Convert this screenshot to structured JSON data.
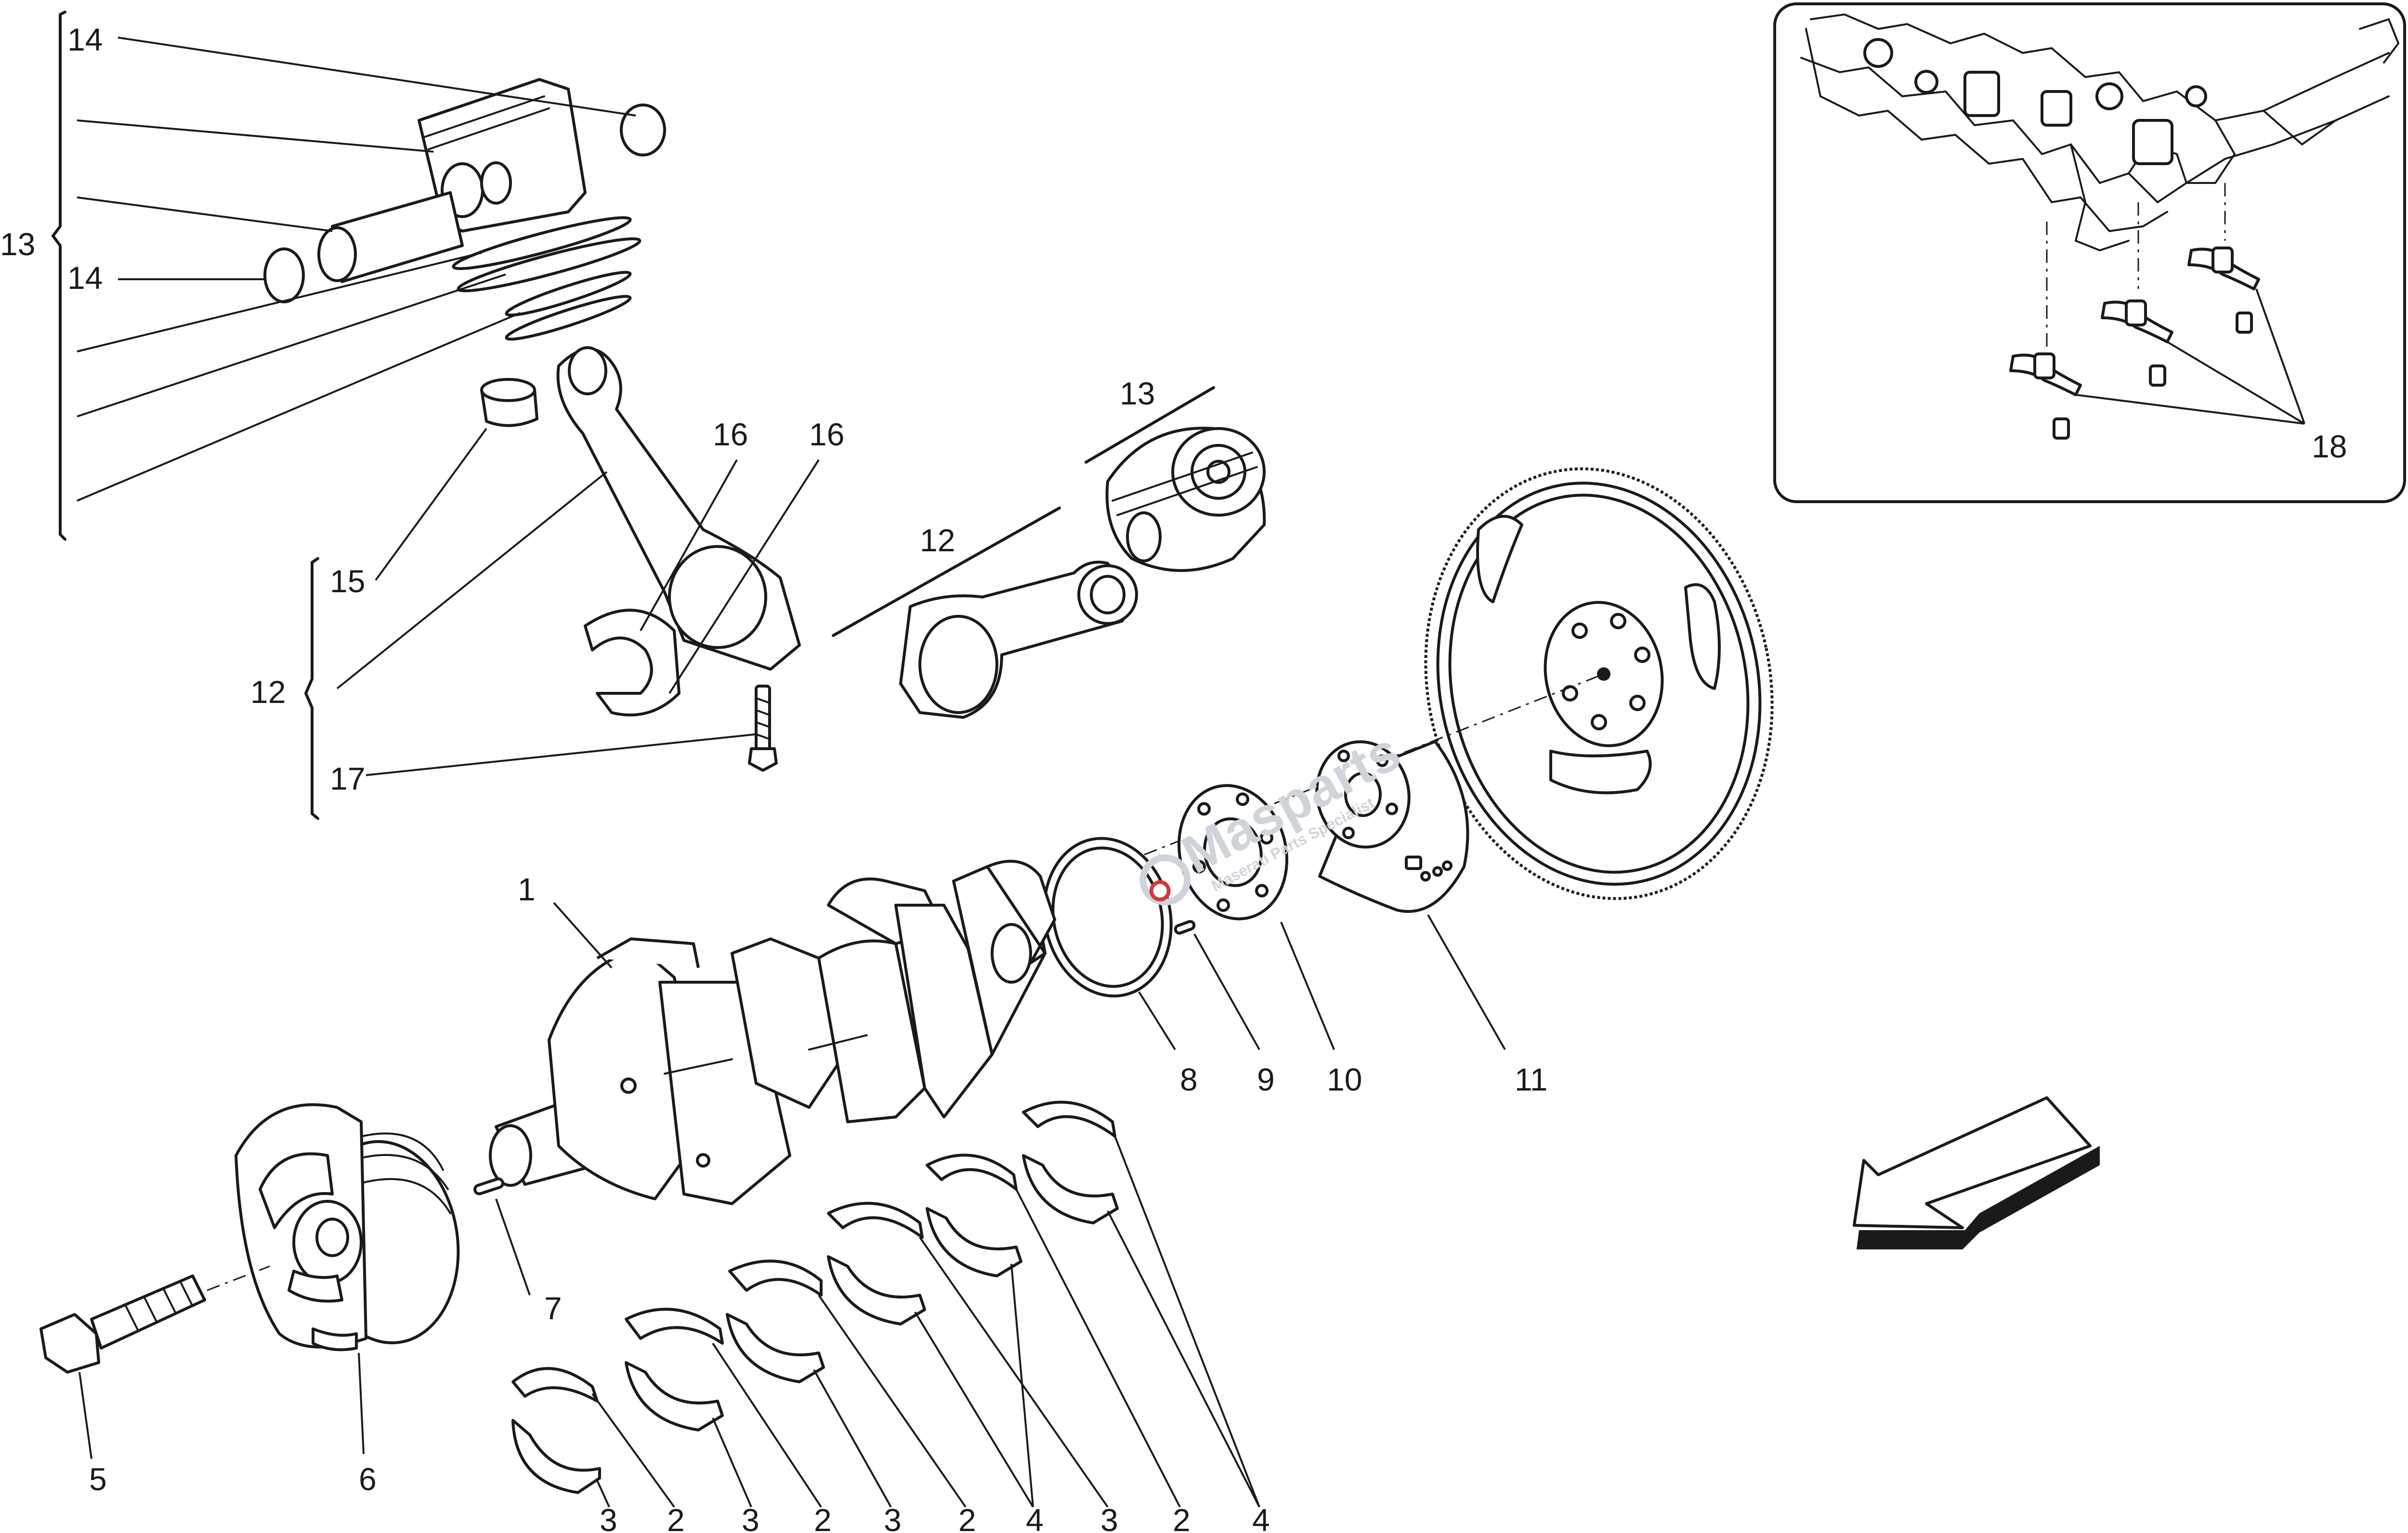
{
  "watermark": {
    "brand": "Masparts",
    "tagline": "Maserati Parts Specialist",
    "accent": "#d43a3a"
  },
  "callouts": [
    {
      "id": "c14a",
      "text": "14"
    },
    {
      "id": "c13a",
      "text": "13"
    },
    {
      "id": "c14b",
      "text": "14"
    },
    {
      "id": "c16a",
      "text": "16"
    },
    {
      "id": "c16b",
      "text": "16"
    },
    {
      "id": "c13b",
      "text": "13"
    },
    {
      "id": "c12a",
      "text": "12"
    },
    {
      "id": "c15",
      "text": "15"
    },
    {
      "id": "c12b",
      "text": "12"
    },
    {
      "id": "c17",
      "text": "17"
    },
    {
      "id": "c18",
      "text": "18"
    },
    {
      "id": "c1",
      "text": "1"
    },
    {
      "id": "c8",
      "text": "8"
    },
    {
      "id": "c9",
      "text": "9"
    },
    {
      "id": "c10",
      "text": "10"
    },
    {
      "id": "c11",
      "text": "11"
    },
    {
      "id": "c7",
      "text": "7"
    },
    {
      "id": "c5",
      "text": "5"
    },
    {
      "id": "c6",
      "text": "6"
    },
    {
      "id": "c3a",
      "text": "3"
    },
    {
      "id": "c2a",
      "text": "2"
    },
    {
      "id": "c3b",
      "text": "3"
    },
    {
      "id": "c2b",
      "text": "2"
    },
    {
      "id": "c3c",
      "text": "3"
    },
    {
      "id": "c2c",
      "text": "2"
    },
    {
      "id": "c4a",
      "text": "4"
    },
    {
      "id": "c3d",
      "text": "3"
    },
    {
      "id": "c2d",
      "text": "2"
    },
    {
      "id": "c4b",
      "text": "4"
    }
  ]
}
